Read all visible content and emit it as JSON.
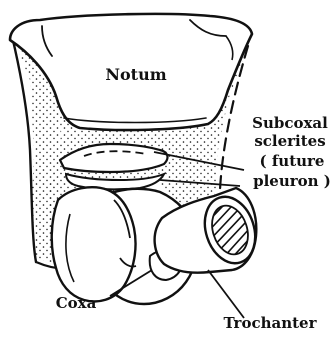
{
  "labels": {
    "notum": "Notum",
    "subcoxal_line1": "Subcoxal",
    "subcoxal_line2": "sclerites",
    "subcoxal_line3": "( future",
    "subcoxal_line4": "pleuron )",
    "coxa": "Coxa",
    "trochanter": "Trochanter"
  },
  "colors": {
    "ink": "#111111",
    "paper": "#ffffff"
  }
}
